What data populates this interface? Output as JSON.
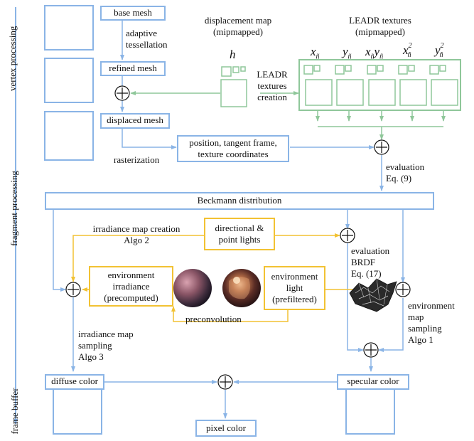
{
  "side_labels": {
    "vertex": "vertex processing",
    "fragment": "fragment processing",
    "framebuffer": "frame buffer"
  },
  "boxes": {
    "base_mesh": "base mesh",
    "refined_mesh": "refined mesh",
    "displaced_mesh": "displaced mesh",
    "position": [
      "position, tangent frame,",
      "texture coordinates"
    ],
    "beckmann": "Beckmann distribution",
    "directional": [
      "directional &",
      "point lights"
    ],
    "env_irradiance": [
      "environment",
      "irradiance",
      "(precomputed)"
    ],
    "env_light": [
      "environment",
      "light",
      "(prefiltered)"
    ],
    "diffuse": "diffuse color",
    "specular": "specular color",
    "pixel": "pixel color"
  },
  "labels": {
    "adaptive": [
      "adaptive",
      "tessellation"
    ],
    "disp_map": [
      "displacement map",
      "(mipmapped)"
    ],
    "leadr_tex": [
      "LEADR textures",
      "(mipmapped)"
    ],
    "leadr_creation": [
      "LEADR",
      "textures",
      "creation"
    ],
    "rasterization": "rasterization",
    "evaluation_eq9": [
      "evaluation",
      "Eq. (9)"
    ],
    "irr_creation": [
      "irradiance map creation",
      "Algo 2"
    ],
    "eval_brdf": [
      "evaluation",
      "BRDF",
      "Eq. (17)"
    ],
    "preconvolution": "preconvolution",
    "env_sampling": [
      "environment",
      "map",
      "sampling",
      "Algo 1"
    ],
    "irr_sampling": [
      "irradiance map",
      "sampling",
      "Algo 3"
    ]
  },
  "symbols": {
    "h": "h",
    "x": "x",
    "y": "y",
    "xy": "xy",
    "x2": "x",
    "y2": "y",
    "sub": "ñ",
    "sq": "2"
  },
  "colors": {
    "blue": "#8ab4e6",
    "green": "#8fc79a",
    "yellow": "#f2c233"
  }
}
